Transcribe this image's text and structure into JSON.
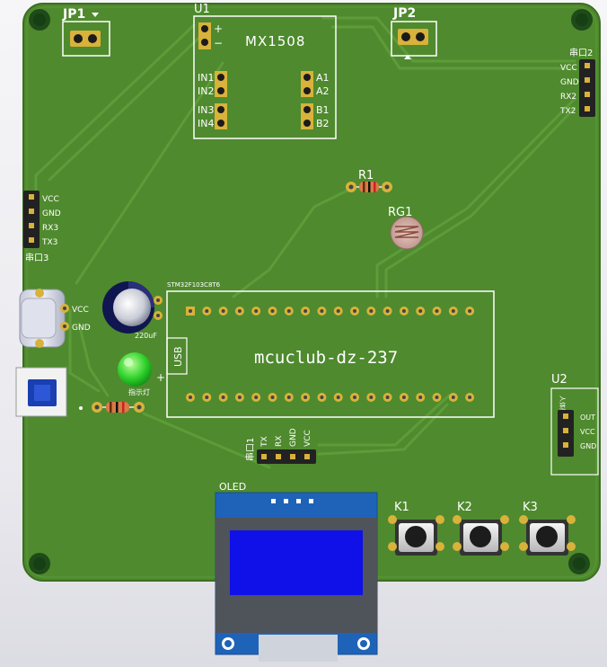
{
  "board": {
    "title": "mcuclub-dz-237",
    "colors": {
      "pcb": "#4f8a2e",
      "trace": "#5a9a36",
      "silk": "#ffffff",
      "pad": "#d8b23a",
      "oled_screen": "#1010e8",
      "oled_pcb": "#1e63b8"
    }
  },
  "components": {
    "jp1": {
      "label": "JP1"
    },
    "jp2": {
      "label": "JP2"
    },
    "u1": {
      "ref": "U1",
      "part": "MX1508",
      "plus": "+",
      "minus": "−",
      "pins_left": [
        "IN1",
        "IN2",
        "IN3",
        "IN4"
      ],
      "pins_right": [
        "A1",
        "A2",
        "B1",
        "B2"
      ]
    },
    "uart2": {
      "label": "串口2",
      "pins": [
        "VCC",
        "GND",
        "RX2",
        "TX2"
      ]
    },
    "uart3": {
      "label": "串口3",
      "pins": [
        "VCC",
        "GND",
        "RX3",
        "TX3"
      ]
    },
    "uart1": {
      "label": "串口1",
      "pins": [
        "TX",
        "RX",
        "GND",
        "VCC"
      ]
    },
    "usb_power": {
      "pins": [
        "VCC",
        "GND"
      ]
    },
    "capacitor": {
      "value": "220uF"
    },
    "led": {
      "label": "指示灯",
      "plus": "+"
    },
    "r1": {
      "ref": "R1"
    },
    "rg1": {
      "ref": "RG1"
    },
    "mcu": {
      "part": "STM32F103C8T6",
      "usb": "USB"
    },
    "u2": {
      "ref": "U2",
      "name": "人体感应",
      "pins": [
        "OUT",
        "VCC",
        "GND"
      ]
    },
    "oled": {
      "label": "OLED"
    },
    "keys": [
      "K1",
      "K2",
      "K3"
    ]
  }
}
